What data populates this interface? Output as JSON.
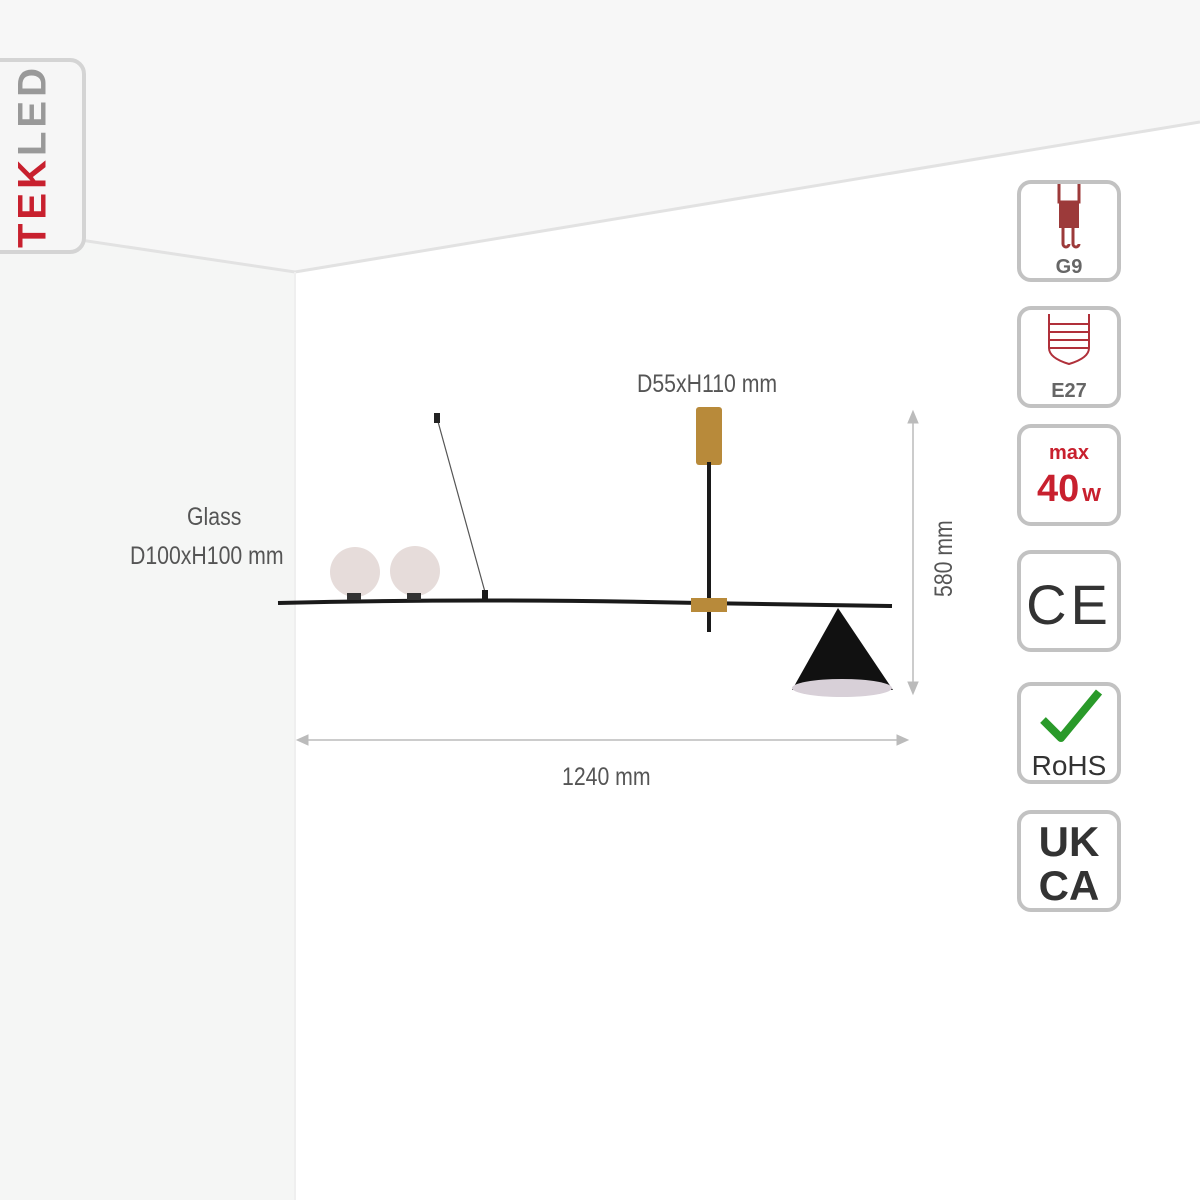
{
  "brand": {
    "logo_text_red": "TEK",
    "logo_text_grey": "LED",
    "brand_color": "#c8202e"
  },
  "labels": {
    "canopy": "D55xH110 mm",
    "glass_line1": "Glass",
    "glass_line2": "D100xH100 mm",
    "height": "580 mm",
    "width": "1240 mm"
  },
  "badges": {
    "g9": {
      "icon": "g9-bulb-icon",
      "label": "G9"
    },
    "e27": {
      "icon": "e27-bulb-icon",
      "label": "E27"
    },
    "max_watt": {
      "prefix": "max",
      "value": "40",
      "unit": "w"
    },
    "ce": {
      "label": "CE"
    },
    "rohs": {
      "icon": "checkmark-icon",
      "label": "RoHS"
    },
    "ukca": {
      "line1": "UK",
      "line2": "CA"
    }
  },
  "colors": {
    "gold": "#b88a3a",
    "black": "#1a1a1a",
    "red": "#c8202e",
    "dark_red": "#9c3a3a"
  }
}
